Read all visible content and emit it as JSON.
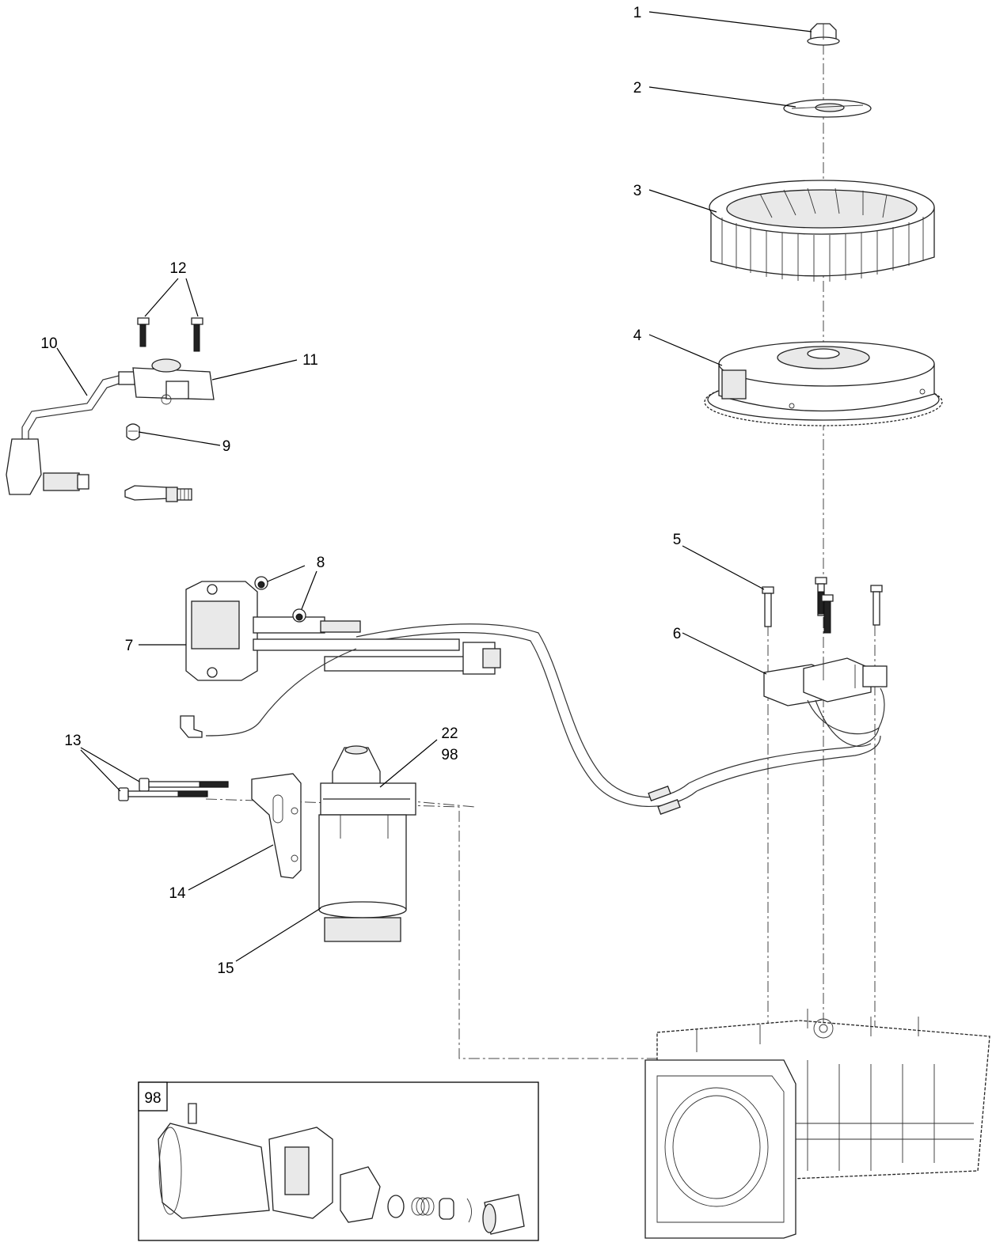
{
  "callouts": [
    {
      "id": "1",
      "text": "1"
    },
    {
      "id": "2",
      "text": "2"
    },
    {
      "id": "3",
      "text": "3"
    },
    {
      "id": "4",
      "text": "4"
    },
    {
      "id": "5",
      "text": "5"
    },
    {
      "id": "6",
      "text": "6"
    },
    {
      "id": "7",
      "text": "7"
    },
    {
      "id": "8",
      "text": "8"
    },
    {
      "id": "9",
      "text": "9"
    },
    {
      "id": "10",
      "text": "10"
    },
    {
      "id": "11",
      "text": "11"
    },
    {
      "id": "12",
      "text": "12"
    },
    {
      "id": "13",
      "text": "13"
    },
    {
      "id": "14",
      "text": "14"
    },
    {
      "id": "15",
      "text": "15"
    },
    {
      "id": "22",
      "text": "22"
    },
    {
      "id": "98",
      "text": "98"
    }
  ],
  "inset": {
    "tag": "98"
  }
}
